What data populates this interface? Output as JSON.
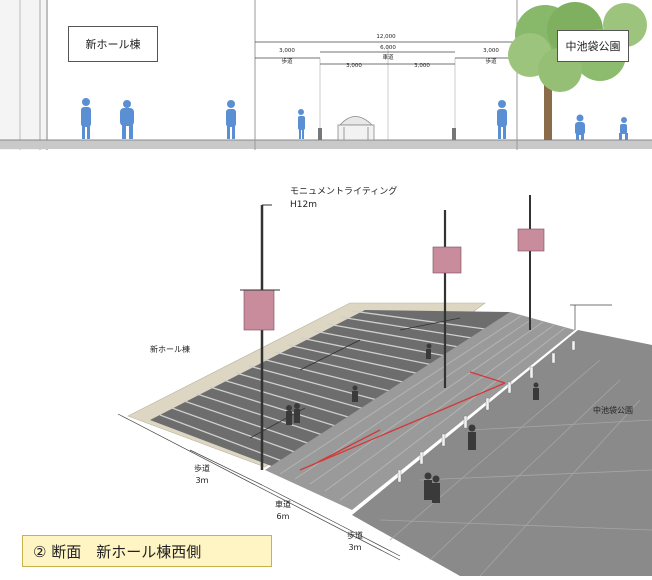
{
  "section": {
    "left_label": "新ホール棟",
    "right_label": "中池袋公園",
    "total_width": "12,000",
    "sidewalk_left": "3,000",
    "sidewalk_left_label": "歩道",
    "roadway": "6,000",
    "roadway_label": "車道",
    "lane_left": "3,000",
    "lane_right": "3,000",
    "sidewalk_right": "3,000",
    "sidewalk_right_label": "歩道"
  },
  "perspective": {
    "monument_label": "モニュメントライティング",
    "monument_height": "H12m",
    "left_label": "新ホール棟",
    "right_label": "中池袋公園",
    "sidewalk_left_label": "歩道",
    "sidewalk_left_width": "3ｍ",
    "roadway_label": "車道",
    "roadway_width": "6m",
    "sidewalk_right_label": "歩道",
    "sidewalk_right_width": "3ｍ"
  },
  "caption": "②  断面　新ホール棟西側",
  "colors": {
    "figure": "#5b8fd3",
    "banner": "#c98c9d",
    "tree": "#88b86a",
    "paving_light": "#dcd6c2",
    "paving_dark": "#6d6d6d",
    "road": "#9a9a9a",
    "caption_bg": "#fff4c4"
  }
}
